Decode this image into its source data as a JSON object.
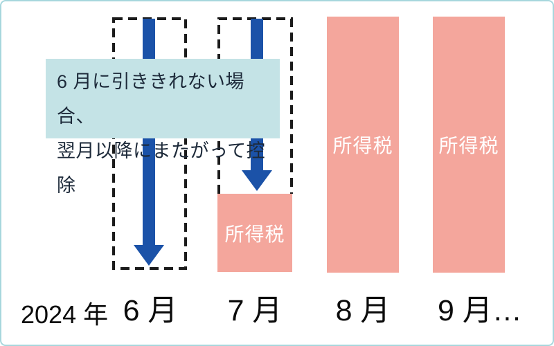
{
  "callout": {
    "line1": "6 月に引ききれない場合、",
    "line2": "翌月以降にまたがって控除"
  },
  "axis": {
    "year": "2024 年",
    "months": [
      "6 月",
      "7 月",
      "8 月",
      "9 月…"
    ]
  },
  "bars": {
    "label": "所得税"
  },
  "colors": {
    "arrow_blue": "#1b52a8",
    "bar_pink": "#f4a69c",
    "callout_teal": "#c4e3e6",
    "dashed_outline": "#1b1b1b",
    "frame_border": "#a7d7dd",
    "bar_text": "#ffffff",
    "label_text": "#0b0b0b"
  },
  "chart_data": {
    "type": "bar",
    "categories": [
      "2024年6月",
      "7月",
      "8月",
      "9月"
    ],
    "series": [
      {
        "name": "所得税",
        "values": [
          0,
          0.31,
          1,
          1
        ]
      }
    ],
    "title": "6 月に引ききれない場合、翌月以降にまたがって控除",
    "xlabel": "",
    "ylabel": "",
    "ylim": [
      0,
      1
    ],
    "legend": false,
    "grid": false,
    "annotations": [
      "6月と7月に下向き矢印(控除)",
      "6月・7月は点線枠、7月は一部のみ所得税が残る"
    ]
  }
}
